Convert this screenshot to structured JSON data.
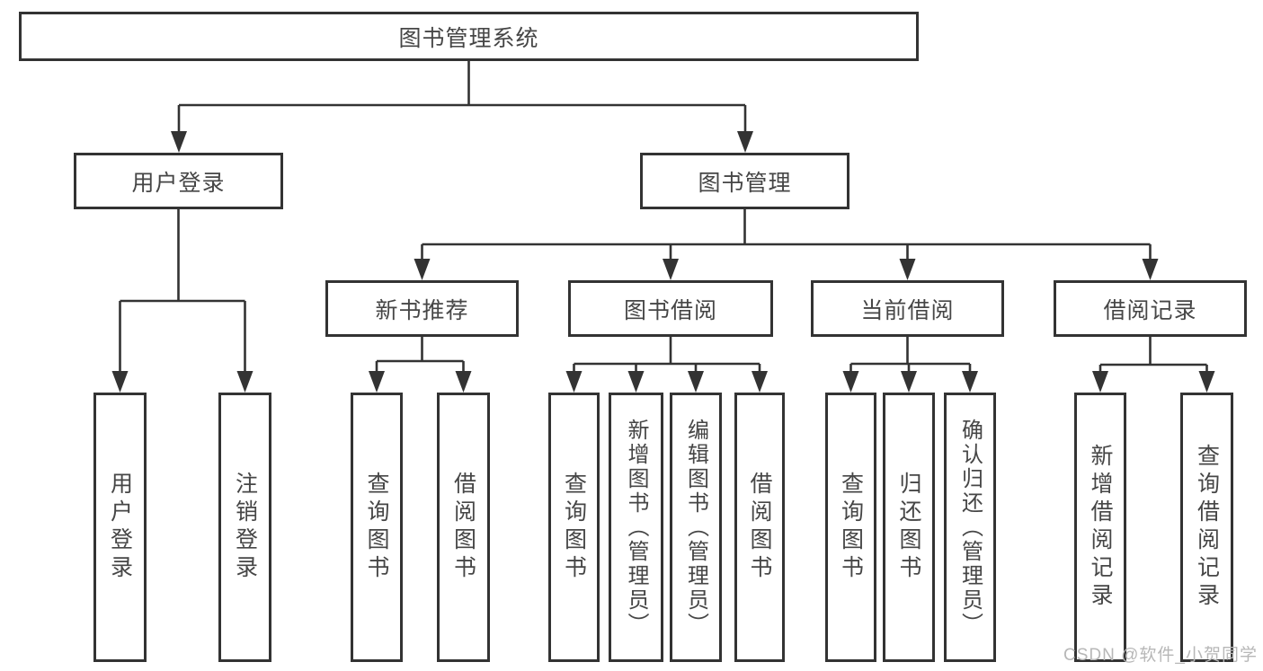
{
  "tree": {
    "root": {
      "label": "图书管理系统",
      "children": [
        {
          "label": "用户登录",
          "children": [
            {
              "label": "用户登录"
            },
            {
              "label": "注销登录"
            }
          ]
        },
        {
          "label": "图书管理",
          "children": [
            {
              "label": "新书推荐",
              "children": [
                {
                  "label": "查询图书"
                },
                {
                  "label": "借阅图书"
                }
              ]
            },
            {
              "label": "图书借阅",
              "children": [
                {
                  "label": "查询图书"
                },
                {
                  "label": "新增图书（管理员）"
                },
                {
                  "label": "编辑图书（管理员）"
                },
                {
                  "label": "借阅图书"
                }
              ]
            },
            {
              "label": "当前借阅",
              "children": [
                {
                  "label": "查询图书"
                },
                {
                  "label": "归还图书"
                },
                {
                  "label": "确认归还（管理员）"
                }
              ]
            },
            {
              "label": "借阅记录",
              "children": [
                {
                  "label": "新增借阅记录"
                },
                {
                  "label": "查询借阅记录"
                }
              ]
            }
          ]
        }
      ]
    }
  },
  "watermark": {
    "text": "CSDN @软件_小贺同学"
  },
  "colors": {
    "line": "#333333",
    "text": "#464646",
    "background": "#ffffff",
    "watermark": "#b7b7b7"
  }
}
